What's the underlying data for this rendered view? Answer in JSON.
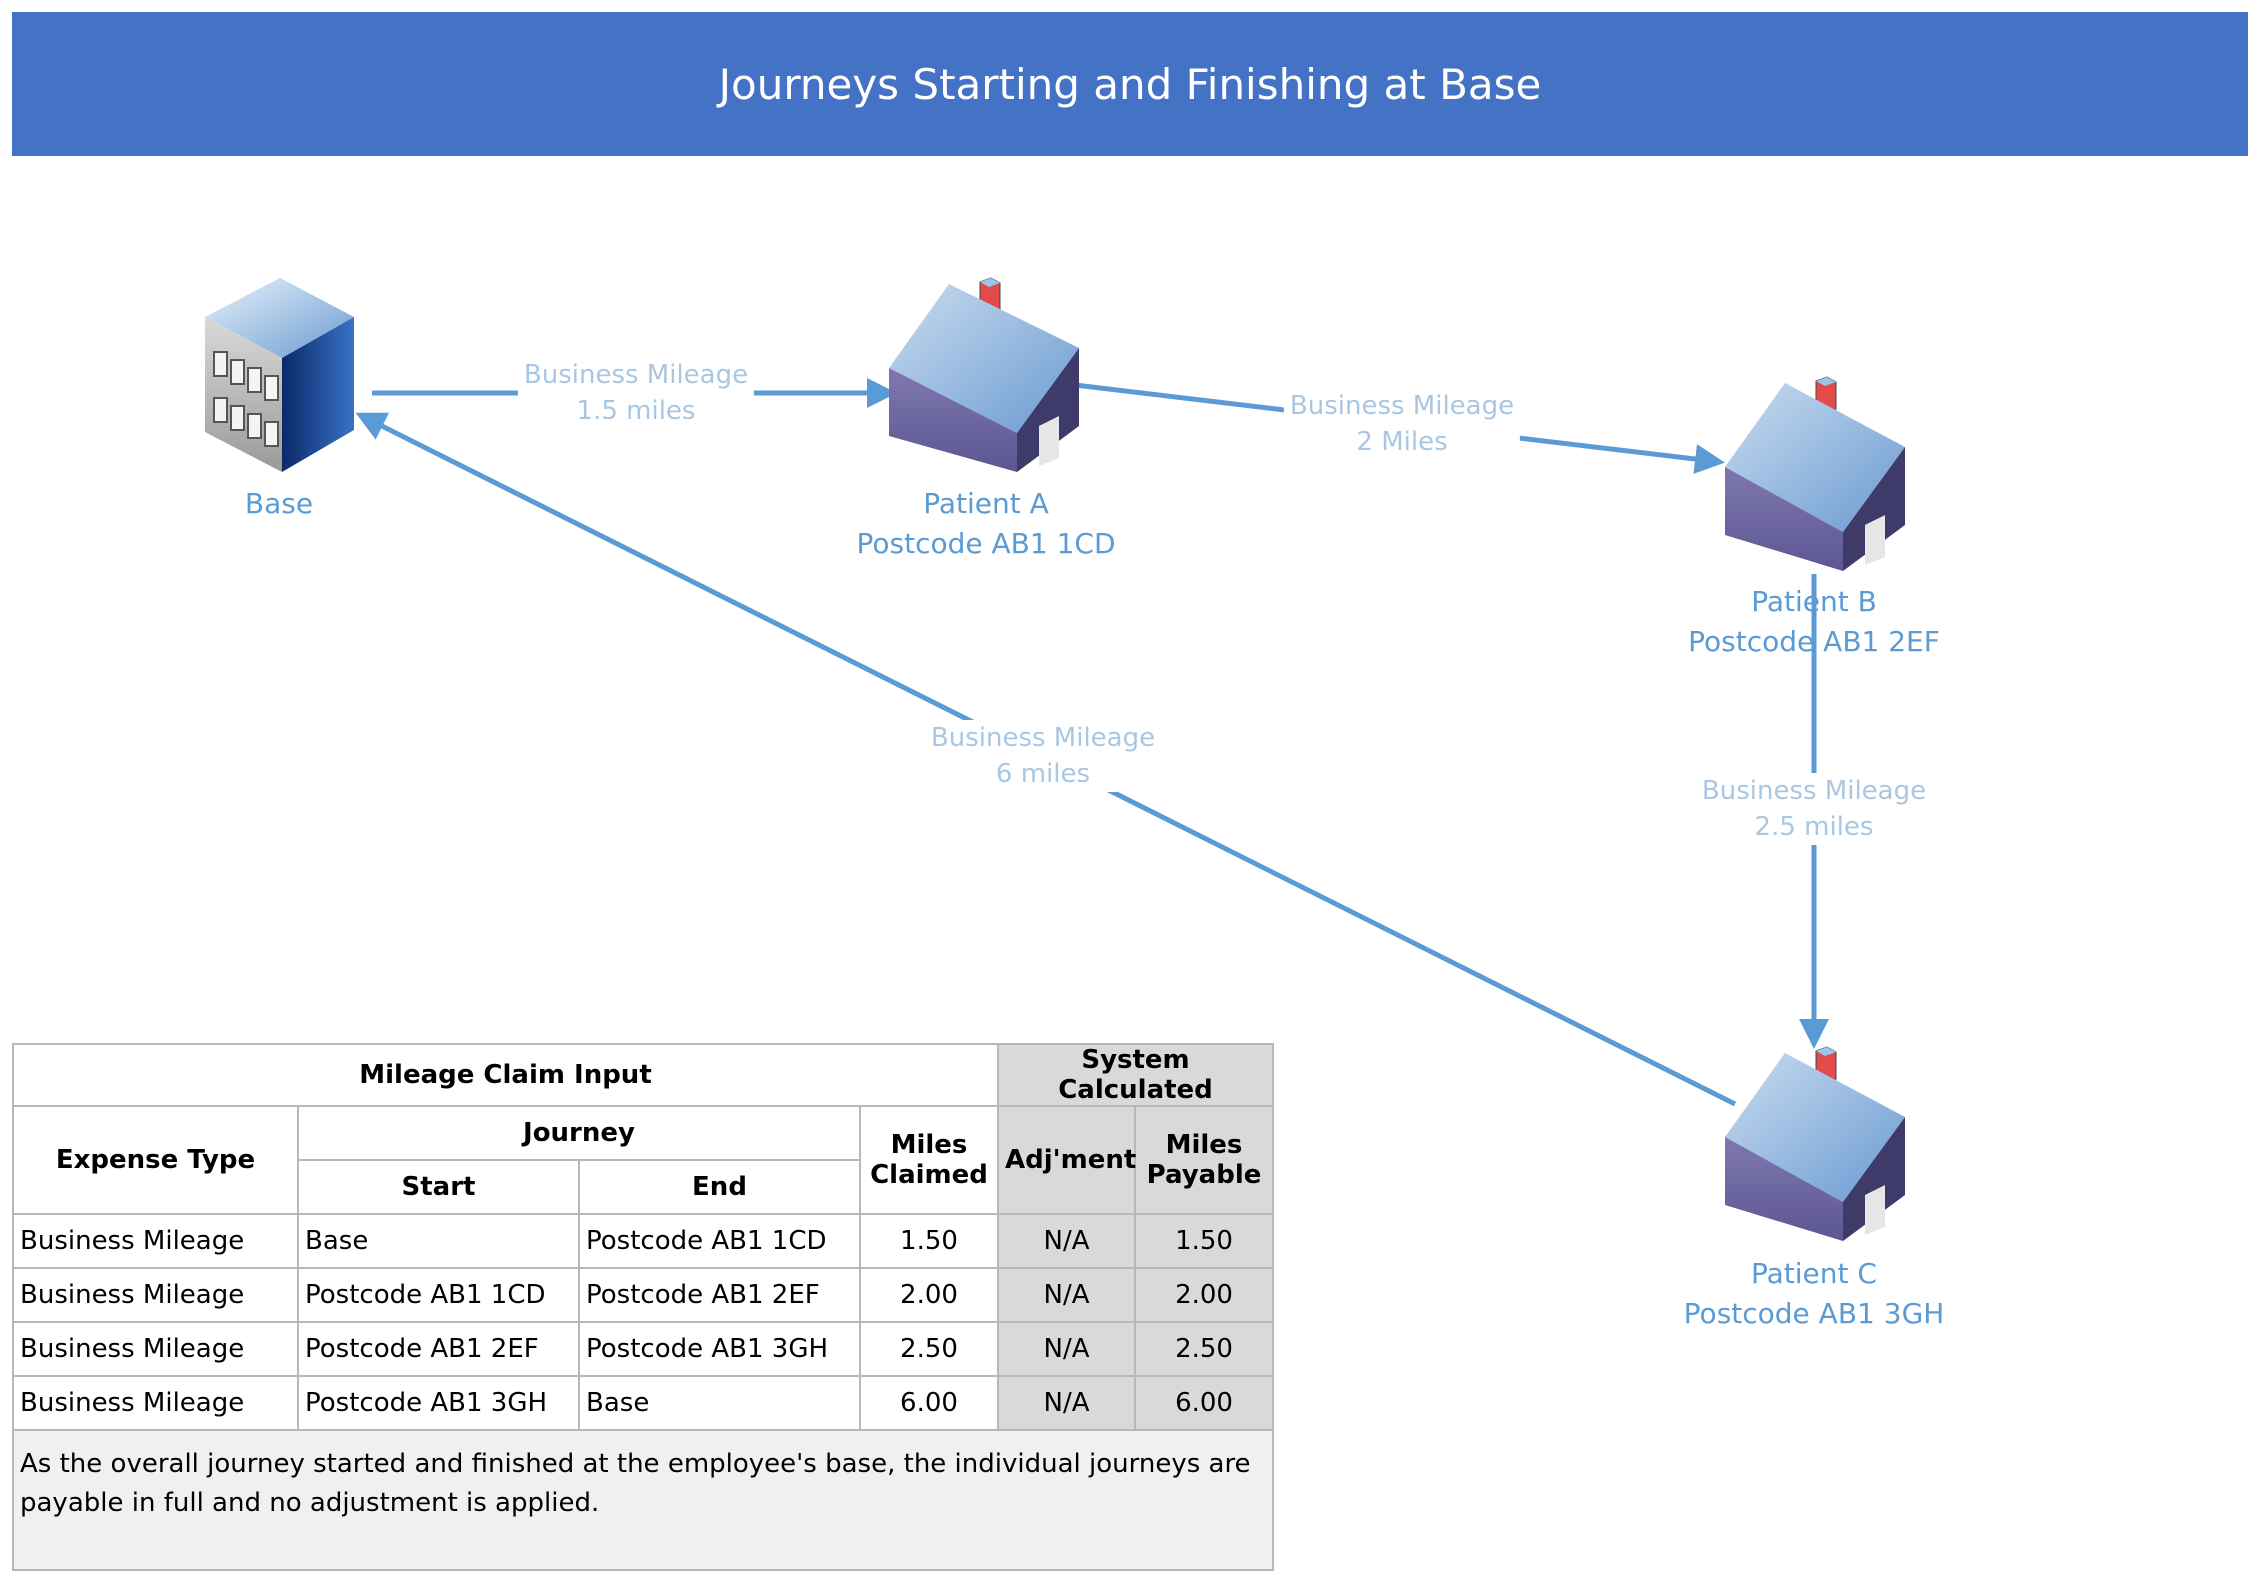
{
  "title": "Journeys Starting and Finishing at Base",
  "nodes": {
    "base": {
      "line1": "Base"
    },
    "patient_a": {
      "line1": "Patient A",
      "line2": "Postcode AB1 1CD"
    },
    "patient_b": {
      "line1": "Patient B",
      "line2": "Postcode AB1 2EF"
    },
    "patient_c": {
      "line1": "Patient C",
      "line2": "Postcode AB1 3GH"
    }
  },
  "edges": [
    {
      "line1": "Business Mileage",
      "line2": "1.5 miles"
    },
    {
      "line1": "Business Mileage",
      "line2": "2 Miles"
    },
    {
      "line1": "Business Mileage",
      "line2": "2.5 miles"
    },
    {
      "line1": "Business Mileage",
      "line2": "6 miles"
    }
  ],
  "table": {
    "group_input": "Mileage Claim Input",
    "group_calc": "System Calculated",
    "headers": {
      "expense_type": "Expense Type",
      "journey": "Journey",
      "start": "Start",
      "end": "End",
      "miles_claimed_1": "Miles",
      "miles_claimed_2": "Claimed",
      "adjustment": "Adj'ment",
      "miles_payable_1": "Miles",
      "miles_payable_2": "Payable"
    },
    "rows": [
      {
        "expense_type": "Business Mileage",
        "start": "Base",
        "end": "Postcode AB1 1CD",
        "miles_claimed": "1.50",
        "adjustment": "N/A",
        "miles_payable": "1.50"
      },
      {
        "expense_type": "Business Mileage",
        "start": "Postcode AB1 1CD",
        "end": "Postcode AB1 2EF",
        "miles_claimed": "2.00",
        "adjustment": "N/A",
        "miles_payable": "2.00"
      },
      {
        "expense_type": "Business Mileage",
        "start": "Postcode AB1 2EF",
        "end": "Postcode AB1 3GH",
        "miles_claimed": "2.50",
        "adjustment": "N/A",
        "miles_payable": "2.50"
      },
      {
        "expense_type": "Business Mileage",
        "start": "Postcode AB1 3GH",
        "end": "Base",
        "miles_claimed": "6.00",
        "adjustment": "N/A",
        "miles_payable": "6.00"
      }
    ],
    "note_line1": "As the overall journey started and finished at the employee's base, the individual journeys are",
    "note_line2": "payable in full and no adjustment is applied."
  },
  "colors": {
    "title_bar": "#4472c4",
    "arrow": "#5b9bd5",
    "node_label": "#5b9bd5",
    "edge_label": "#a9c7e2",
    "calc_fill": "#d9d9d9",
    "note_fill": "#f0f0f0"
  }
}
